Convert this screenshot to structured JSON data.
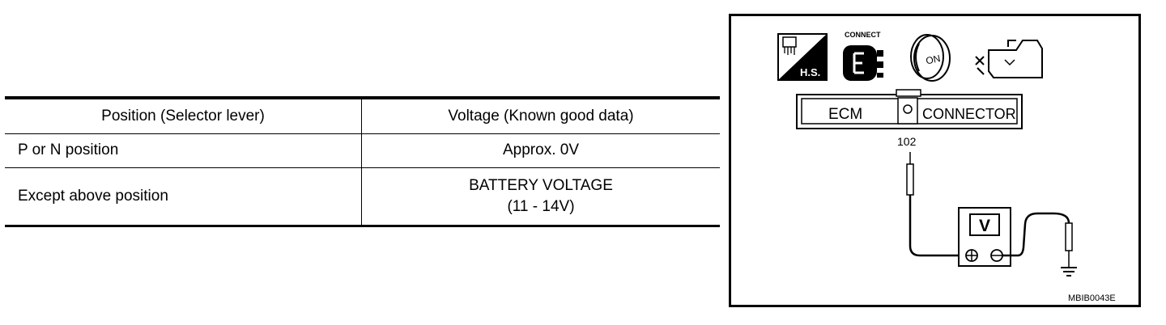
{
  "table": {
    "headers": [
      "Position (Selector lever)",
      "Voltage (Known good data)"
    ],
    "rows": [
      {
        "position": "P or N position",
        "voltage": [
          "Approx. 0V"
        ]
      },
      {
        "position": "Except above position",
        "voltage": [
          "BATTERY VOLTAGE",
          "(11 - 14V)"
        ]
      }
    ]
  },
  "figure": {
    "icons": [
      {
        "name": "hs-harness-icon",
        "label": "H.S."
      },
      {
        "name": "connector-icon",
        "label": "CONNECT"
      },
      {
        "name": "ignition-key-icon",
        "label": "ON"
      },
      {
        "name": "engine-icon",
        "label": ""
      }
    ],
    "connector": {
      "left_label": "ECM",
      "right_label": "CONNECTOR",
      "terminal": "102"
    },
    "meter_label": "V",
    "figure_code": "MBIB0043E"
  }
}
